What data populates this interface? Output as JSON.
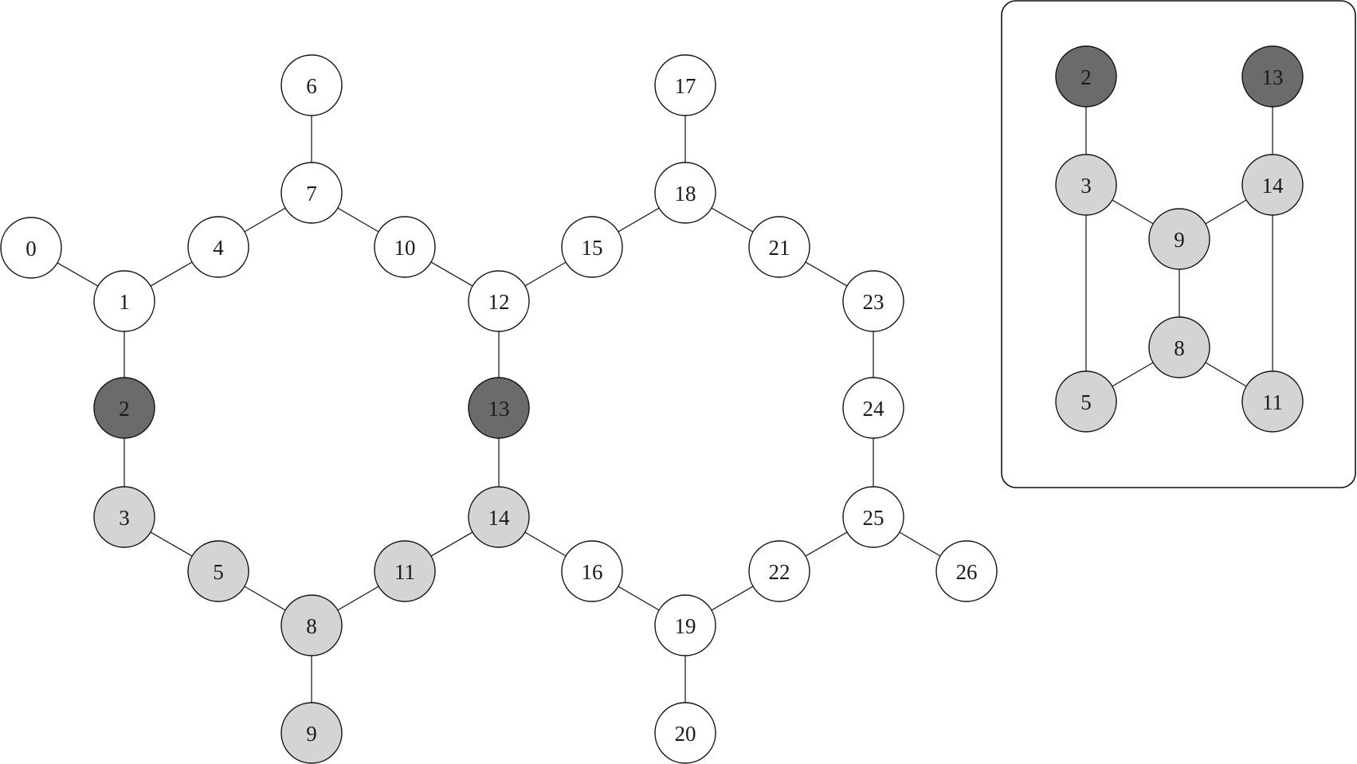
{
  "colors": {
    "default": "#ffffff",
    "highlight": "#d4d4d4",
    "dark": "#6b6b6b"
  },
  "main_graph": {
    "nodes": [
      {
        "id": "0",
        "fill": "default"
      },
      {
        "id": "1",
        "fill": "default"
      },
      {
        "id": "2",
        "fill": "dark"
      },
      {
        "id": "3",
        "fill": "highlight"
      },
      {
        "id": "4",
        "fill": "default"
      },
      {
        "id": "5",
        "fill": "highlight"
      },
      {
        "id": "6",
        "fill": "default"
      },
      {
        "id": "7",
        "fill": "default"
      },
      {
        "id": "8",
        "fill": "highlight"
      },
      {
        "id": "9",
        "fill": "highlight"
      },
      {
        "id": "10",
        "fill": "default"
      },
      {
        "id": "11",
        "fill": "highlight"
      },
      {
        "id": "12",
        "fill": "default"
      },
      {
        "id": "13",
        "fill": "dark"
      },
      {
        "id": "14",
        "fill": "highlight"
      },
      {
        "id": "15",
        "fill": "default"
      },
      {
        "id": "16",
        "fill": "default"
      },
      {
        "id": "17",
        "fill": "default"
      },
      {
        "id": "18",
        "fill": "default"
      },
      {
        "id": "19",
        "fill": "default"
      },
      {
        "id": "20",
        "fill": "default"
      },
      {
        "id": "21",
        "fill": "default"
      },
      {
        "id": "22",
        "fill": "default"
      },
      {
        "id": "23",
        "fill": "default"
      },
      {
        "id": "24",
        "fill": "default"
      },
      {
        "id": "25",
        "fill": "default"
      },
      {
        "id": "26",
        "fill": "default"
      }
    ],
    "edges": [
      [
        "0",
        "1"
      ],
      [
        "1",
        "4"
      ],
      [
        "1",
        "2"
      ],
      [
        "4",
        "7"
      ],
      [
        "7",
        "6"
      ],
      [
        "7",
        "10"
      ],
      [
        "10",
        "12"
      ],
      [
        "12",
        "15"
      ],
      [
        "12",
        "13"
      ],
      [
        "15",
        "18"
      ],
      [
        "18",
        "17"
      ],
      [
        "18",
        "21"
      ],
      [
        "21",
        "23"
      ],
      [
        "23",
        "24"
      ],
      [
        "24",
        "25"
      ],
      [
        "25",
        "26"
      ],
      [
        "25",
        "22"
      ],
      [
        "22",
        "19"
      ],
      [
        "19",
        "20"
      ],
      [
        "19",
        "16"
      ],
      [
        "16",
        "14"
      ],
      [
        "13",
        "14"
      ],
      [
        "14",
        "11"
      ],
      [
        "11",
        "8"
      ],
      [
        "8",
        "9"
      ],
      [
        "8",
        "5"
      ],
      [
        "5",
        "3"
      ],
      [
        "3",
        "2"
      ]
    ]
  },
  "inset_graph": {
    "nodes": [
      {
        "id": "2",
        "fill": "dark"
      },
      {
        "id": "13",
        "fill": "dark"
      },
      {
        "id": "3",
        "fill": "highlight"
      },
      {
        "id": "14",
        "fill": "highlight"
      },
      {
        "id": "9",
        "fill": "highlight"
      },
      {
        "id": "8",
        "fill": "highlight"
      },
      {
        "id": "5",
        "fill": "highlight"
      },
      {
        "id": "11",
        "fill": "highlight"
      }
    ],
    "edges": [
      [
        "2",
        "3"
      ],
      [
        "13",
        "14"
      ],
      [
        "3",
        "9"
      ],
      [
        "14",
        "9"
      ],
      [
        "9",
        "8"
      ],
      [
        "3",
        "5"
      ],
      [
        "14",
        "11"
      ],
      [
        "8",
        "5"
      ],
      [
        "8",
        "11"
      ]
    ]
  }
}
